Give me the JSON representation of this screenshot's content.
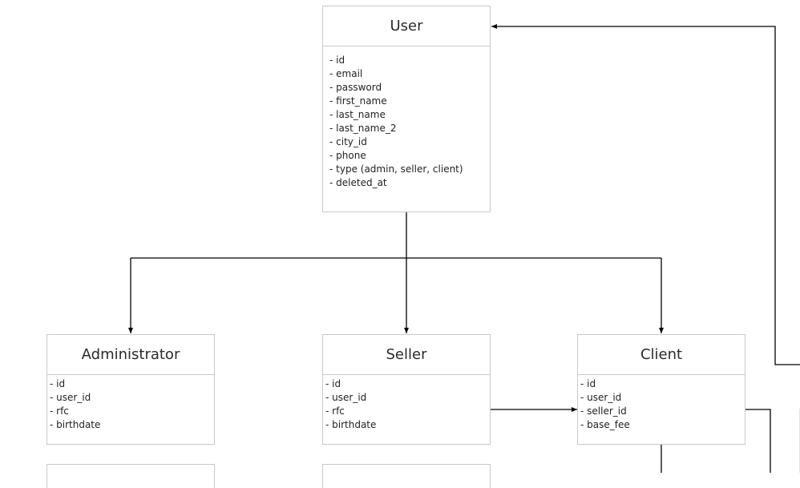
{
  "entities": {
    "user": {
      "title": "User",
      "fields": [
        "- id",
        "- email",
        "- password",
        "- first_name",
        "- last_name",
        "- last_name_2",
        "- city_id",
        "- phone",
        "- type (admin, seller, client)",
        "- deleted_at"
      ]
    },
    "administrator": {
      "title": "Administrator",
      "fields": [
        "- id",
        "- user_id",
        "- rfc",
        "- birthdate"
      ]
    },
    "seller": {
      "title": "Seller",
      "fields": [
        "- id",
        "- user_id",
        "- rfc",
        "- birthdate"
      ]
    },
    "client": {
      "title": "Client",
      "fields": [
        "- id",
        "- user_id",
        "- seller_id",
        "- base_fee"
      ]
    }
  },
  "colors": {
    "line": "#000000",
    "border": "#c9c9c9"
  }
}
